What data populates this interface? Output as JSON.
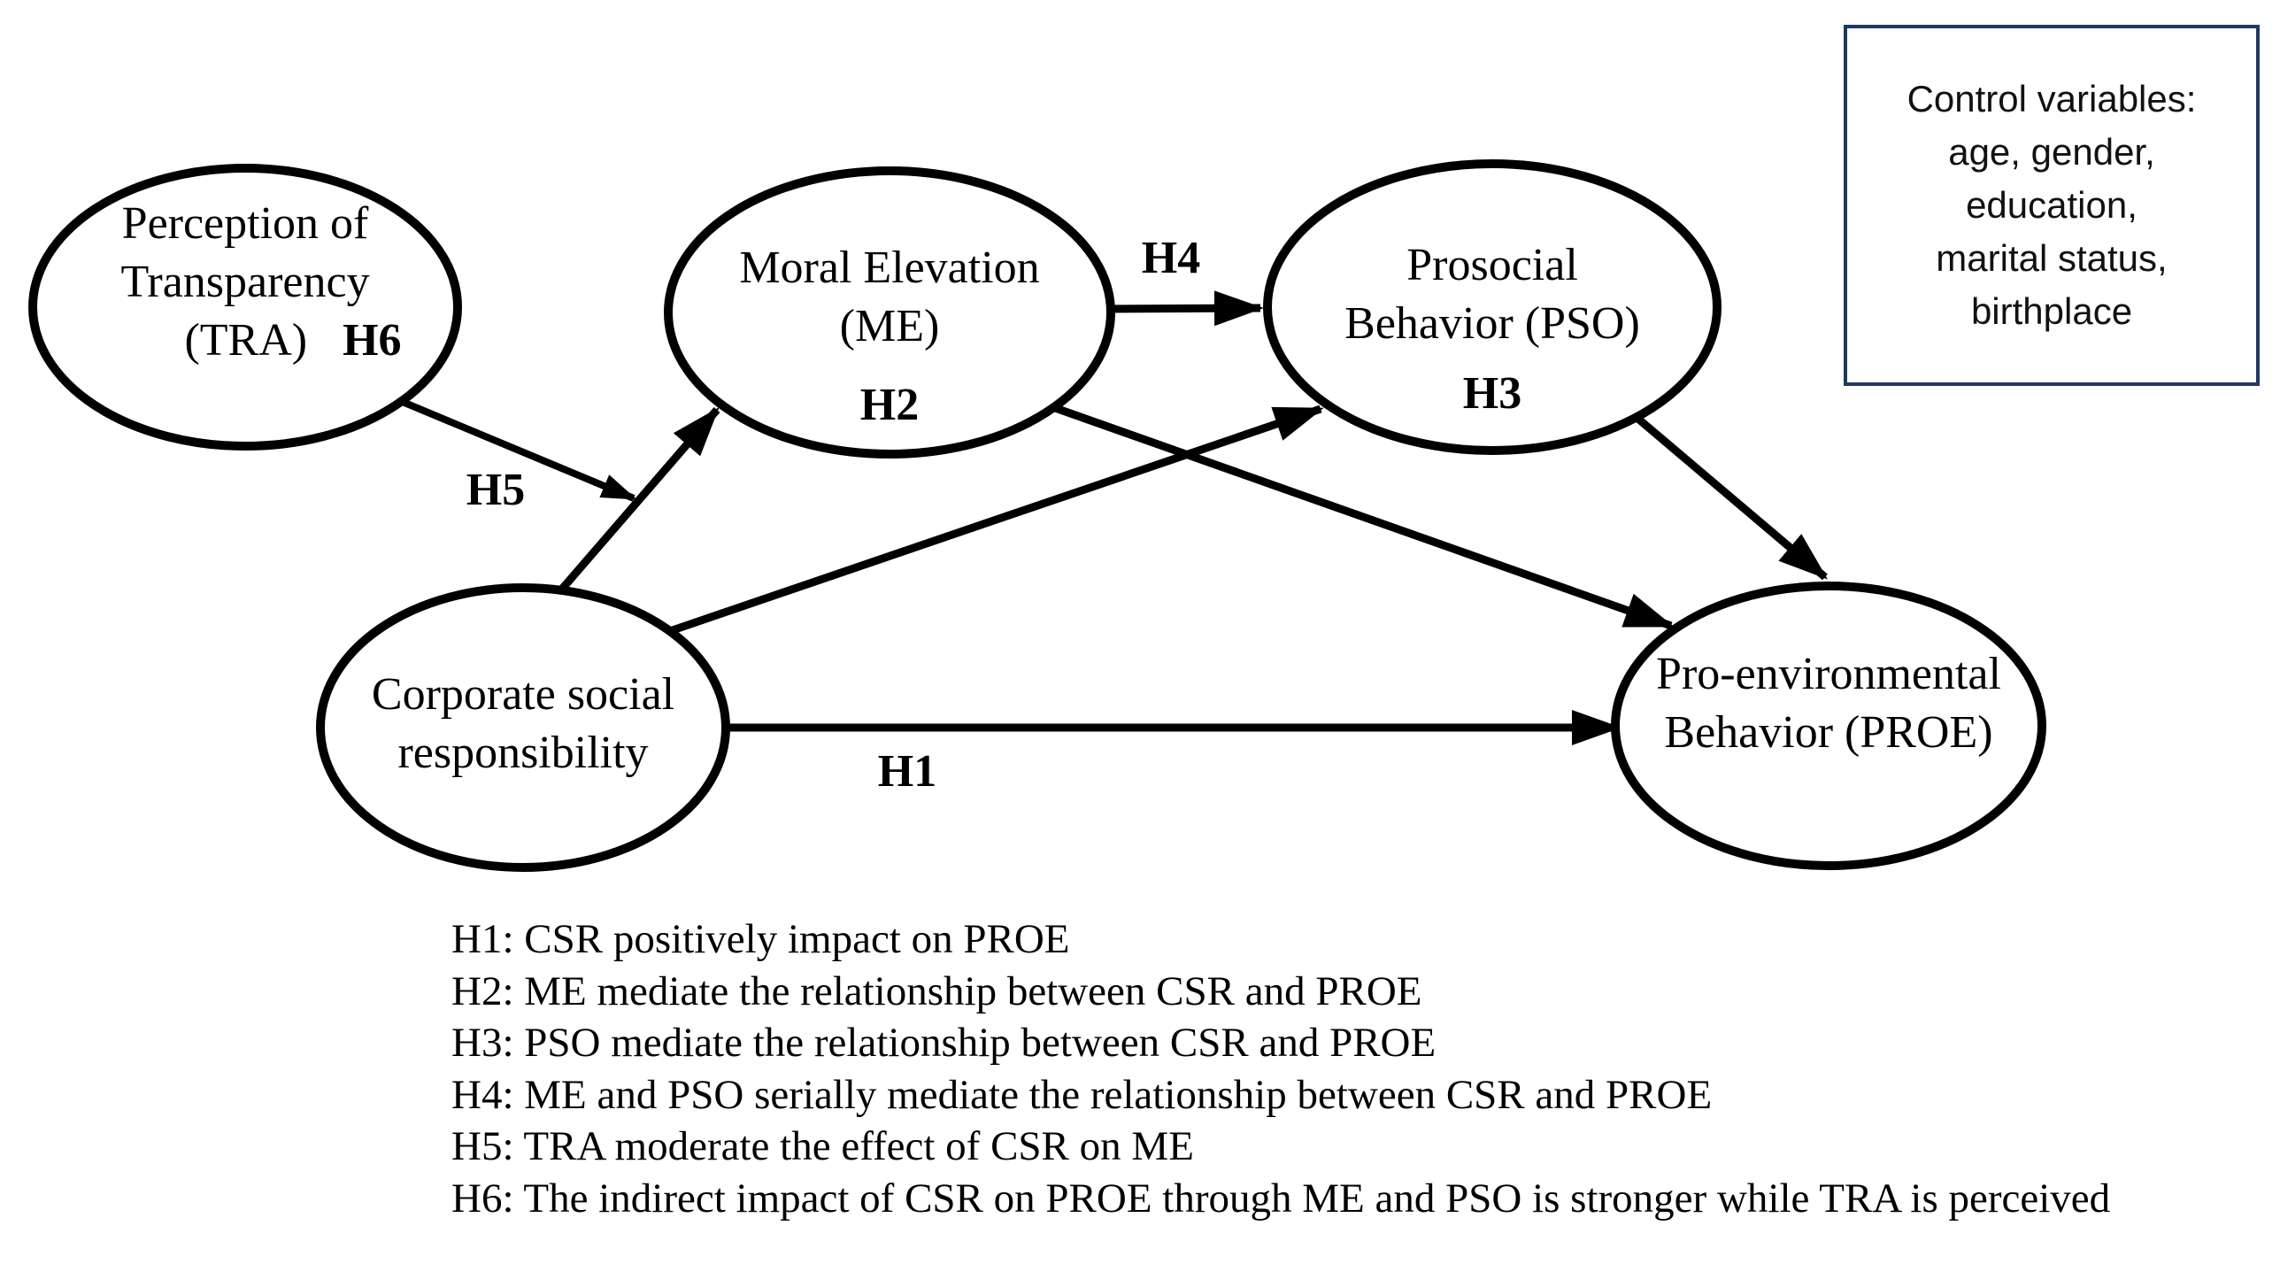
{
  "diagram": {
    "title_semantic": "CSR conceptual research model",
    "nodes": {
      "tra": {
        "lines": [
          "Perception of",
          "Transparency",
          "(TRA)"
        ],
        "hypothesis": "H6"
      },
      "me": {
        "lines": [
          "Moral Elevation",
          "(ME)"
        ],
        "hypothesis": "H2"
      },
      "pso": {
        "lines": [
          "Prosocial",
          "Behavior (PSO)"
        ],
        "hypothesis": "H3"
      },
      "csr": {
        "lines": [
          "Corporate social",
          "responsibility"
        ]
      },
      "proe": {
        "lines": [
          "Pro-environmental",
          "Behavior (PROE)"
        ]
      }
    },
    "arrow_labels": {
      "h1": "H1",
      "h4": "H4",
      "h5": "H5"
    },
    "control_box": {
      "lines": [
        "Control variables:",
        "age, gender,",
        "education,",
        "marital status,",
        "birthplace"
      ]
    },
    "hypotheses": [
      "H1: CSR positively impact on PROE",
      "H2: ME mediate the relationship between CSR and PROE",
      "H3: PSO mediate the relationship between CSR and PROE",
      "H4: ME and PSO serially mediate the relationship between CSR and PROE",
      "H5: TRA moderate the effect of CSR on ME",
      "H6: The indirect impact of CSR on PROE through ME and PSO is stronger while TRA is perceived"
    ],
    "colors": {
      "ink": "#000000",
      "box_border": "#1f3864",
      "background": "#ffffff"
    }
  }
}
